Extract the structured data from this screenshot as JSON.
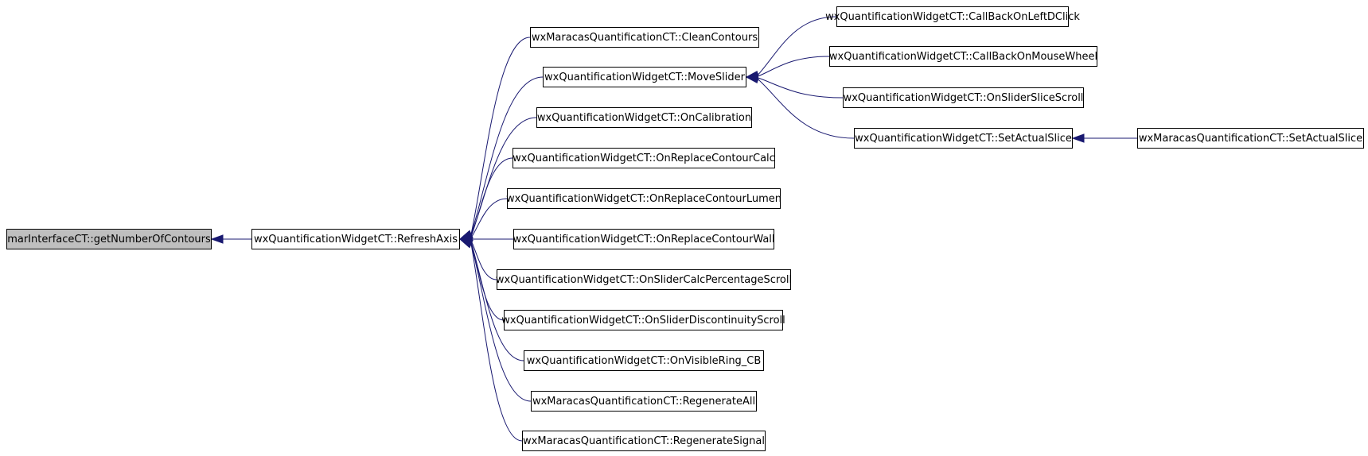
{
  "diagram": {
    "type": "call-graph",
    "edge_color": "#191970",
    "root_fill": "#bfbfbf",
    "node_fill": "#ffffff",
    "nodes": [
      {
        "id": "getNumberOfContours",
        "label": "marInterfaceCT::getNumberOfContours",
        "root": true
      },
      {
        "id": "RefreshAxis",
        "label": "wxQuantificationWidgetCT::RefreshAxis"
      },
      {
        "id": "CleanContours",
        "label": "wxMaracasQuantificationCT::CleanContours"
      },
      {
        "id": "MoveSlider",
        "label": "wxQuantificationWidgetCT::MoveSlider"
      },
      {
        "id": "OnCalibration",
        "label": "wxQuantificationWidgetCT::OnCalibration"
      },
      {
        "id": "OnReplaceContourCalc",
        "label": "wxQuantificationWidgetCT::OnReplaceContourCalc"
      },
      {
        "id": "OnReplaceContourLumen",
        "label": "wxQuantificationWidgetCT::OnReplaceContourLumen"
      },
      {
        "id": "OnReplaceContourWall",
        "label": "wxQuantificationWidgetCT::OnReplaceContourWall"
      },
      {
        "id": "OnSliderCalcPercentageScroll",
        "label": "wxQuantificationWidgetCT::OnSliderCalcPercentageScroll"
      },
      {
        "id": "OnSliderDiscontinuityScroll",
        "label": "wxQuantificationWidgetCT::OnSliderDiscontinuityScroll"
      },
      {
        "id": "OnVisibleRing_CB",
        "label": "wxQuantificationWidgetCT::OnVisibleRing_CB"
      },
      {
        "id": "RegenerateAll",
        "label": "wxMaracasQuantificationCT::RegenerateAll"
      },
      {
        "id": "RegenerateSignal",
        "label": "wxMaracasQuantificationCT::RegenerateSignal"
      },
      {
        "id": "CallBackOnLeftDClick",
        "label": "wxQuantificationWidgetCT::CallBackOnLeftDClick"
      },
      {
        "id": "CallBackOnMouseWheel",
        "label": "wxQuantificationWidgetCT::CallBackOnMouseWheel"
      },
      {
        "id": "OnSliderSliceScroll",
        "label": "wxQuantificationWidgetCT::OnSliderSliceScroll"
      },
      {
        "id": "SetActualSlice",
        "label": "wxQuantificationWidgetCT::SetActualSlice"
      },
      {
        "id": "MaracasSetActualSlice",
        "label": "wxMaracasQuantificationCT::SetActualSlice"
      }
    ],
    "edges": [
      {
        "from": "RefreshAxis",
        "to": "getNumberOfContours"
      },
      {
        "from": "CleanContours",
        "to": "RefreshAxis"
      },
      {
        "from": "MoveSlider",
        "to": "RefreshAxis"
      },
      {
        "from": "OnCalibration",
        "to": "RefreshAxis"
      },
      {
        "from": "OnReplaceContourCalc",
        "to": "RefreshAxis"
      },
      {
        "from": "OnReplaceContourLumen",
        "to": "RefreshAxis"
      },
      {
        "from": "OnReplaceContourWall",
        "to": "RefreshAxis"
      },
      {
        "from": "OnSliderCalcPercentageScroll",
        "to": "RefreshAxis"
      },
      {
        "from": "OnSliderDiscontinuityScroll",
        "to": "RefreshAxis"
      },
      {
        "from": "OnVisibleRing_CB",
        "to": "RefreshAxis"
      },
      {
        "from": "RegenerateAll",
        "to": "RefreshAxis"
      },
      {
        "from": "RegenerateSignal",
        "to": "RefreshAxis"
      },
      {
        "from": "CallBackOnLeftDClick",
        "to": "MoveSlider"
      },
      {
        "from": "CallBackOnMouseWheel",
        "to": "MoveSlider"
      },
      {
        "from": "OnSliderSliceScroll",
        "to": "MoveSlider"
      },
      {
        "from": "SetActualSlice",
        "to": "MoveSlider"
      },
      {
        "from": "MaracasSetActualSlice",
        "to": "SetActualSlice"
      }
    ]
  }
}
